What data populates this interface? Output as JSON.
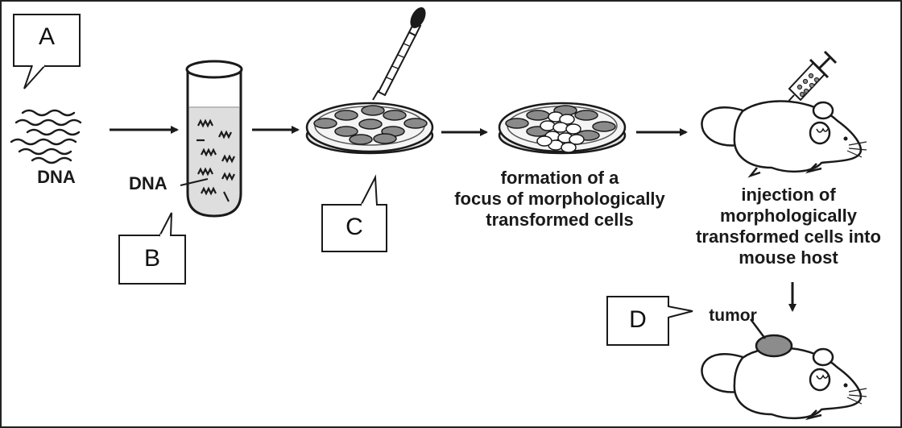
{
  "callouts": {
    "a": "A",
    "b": "B",
    "c": "C",
    "d": "D"
  },
  "labels": {
    "dna_strands": "DNA",
    "dna_tube": "DNA",
    "focus_line1": "formation of a",
    "focus_line2": "focus of morphologically",
    "focus_line3": "transformed cells",
    "injection_line1": "injection of",
    "injection_line2": "morphologically",
    "injection_line3": "transformed cells into",
    "injection_line4": "mouse host",
    "tumor": "tumor"
  },
  "colors": {
    "stroke": "#1a1a1a",
    "dish_fill": "#e6e6e6",
    "colony_fill": "#8a8a8a",
    "tumor_fill": "#8c8c8c",
    "transformed_cell_fill": "#ffffff",
    "mouse_fill": "#ffffff"
  }
}
